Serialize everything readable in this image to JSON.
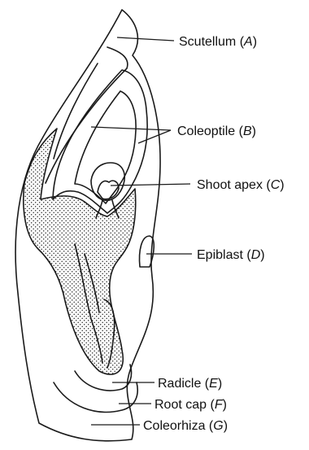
{
  "labels": [
    {
      "text": "Scutellum",
      "letter": "A"
    },
    {
      "text": "Coleoptile",
      "letter": "B"
    },
    {
      "text": "Shoot apex",
      "letter": "C"
    },
    {
      "text": "Epiblast",
      "letter": "D"
    },
    {
      "text": "Radicle",
      "letter": "E"
    },
    {
      "text": "Root cap",
      "letter": "F"
    },
    {
      "text": "Coleorhiza",
      "letter": "G"
    }
  ]
}
